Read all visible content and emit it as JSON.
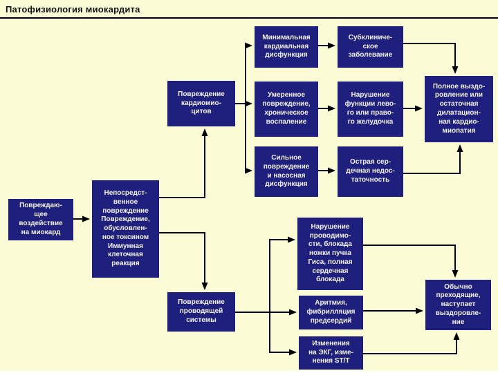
{
  "slide": {
    "title": "Патофизиология миокардита"
  },
  "colors": {
    "background": "#FBFBD6",
    "node_background": "#1F1F7D",
    "node_text": "#F2F2E6",
    "line": "#000000",
    "title_text": "#111111"
  },
  "boxes": [
    {
      "id": "damaging-effect",
      "label": "Повреждаю-\nщее\nвоздействие\nна миокард"
    },
    {
      "id": "direct-damage",
      "label": "Непосредст-\nвенное\nповреждение\nПовреждение,\nобусловлен-\nное токсином\nИммунная\nклеточная\nреакция"
    },
    {
      "id": "cardiomyocyte-damage",
      "label": "Повреждение\nкардиомио-\nцитов"
    },
    {
      "id": "minimal-dysfunction",
      "label": "Минимальная\nкардиальная\nдисфункция"
    },
    {
      "id": "subclinical-disease",
      "label": "Субклиниче-\nское\nзаболевание"
    },
    {
      "id": "moderate-damage",
      "label": "Умеренное\nповреждение,\nхроническое\nвоспаление"
    },
    {
      "id": "ventricle-dysfunction",
      "label": "Нарушение\nфункции лево-\nго или право-\nго желудочка"
    },
    {
      "id": "full-recovery",
      "label": "Полное выздо-\nровление или\nостаточная\nдилатацион-\nная кардио-\nмиопатия"
    },
    {
      "id": "severe-damage",
      "label": "Сильное\nповреждение\nи насосная\nдисфункция"
    },
    {
      "id": "acute-heart-failure",
      "label": "Острая сер-\nдечная недос-\nтаточность"
    },
    {
      "id": "conduction-system-damage",
      "label": "Повреждение\nпроводящей\nсистемы"
    },
    {
      "id": "conduction-disturbance",
      "label": "Нарушение\nпроводимо-\nсти, блокада\nножки пучка\nГиса, полная\nсердечная\nблокада"
    },
    {
      "id": "arrhythmia",
      "label": "Аритмия,\nфибрилляция\nпредсердий"
    },
    {
      "id": "ecg-changes",
      "label": "Изменения\nна ЭКГ, изме-\nнения ST/T"
    },
    {
      "id": "transient-recovery",
      "label": "Обычно\nпреходящие,\nнаступает\nвыздоровле-\nние"
    }
  ]
}
